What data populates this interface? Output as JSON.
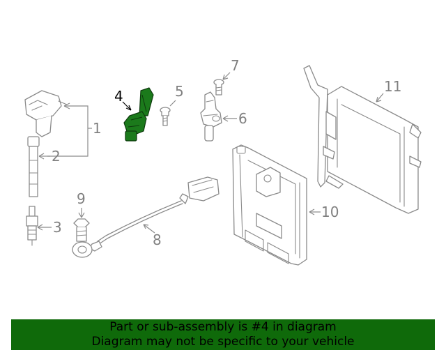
{
  "callouts": {
    "c1": "1",
    "c2": "2",
    "c3": "3",
    "c4": "4",
    "c5": "5",
    "c6": "6",
    "c7": "7",
    "c8": "8",
    "c9": "9",
    "c10": "10",
    "c11": "11"
  },
  "highlight_color": "#1b7a1b",
  "banner": {
    "color": "#0f6a0a",
    "line1": "Part or sub-assembly is #4 in diagram",
    "line2": "Diagram may not be specific to your vehicle"
  }
}
